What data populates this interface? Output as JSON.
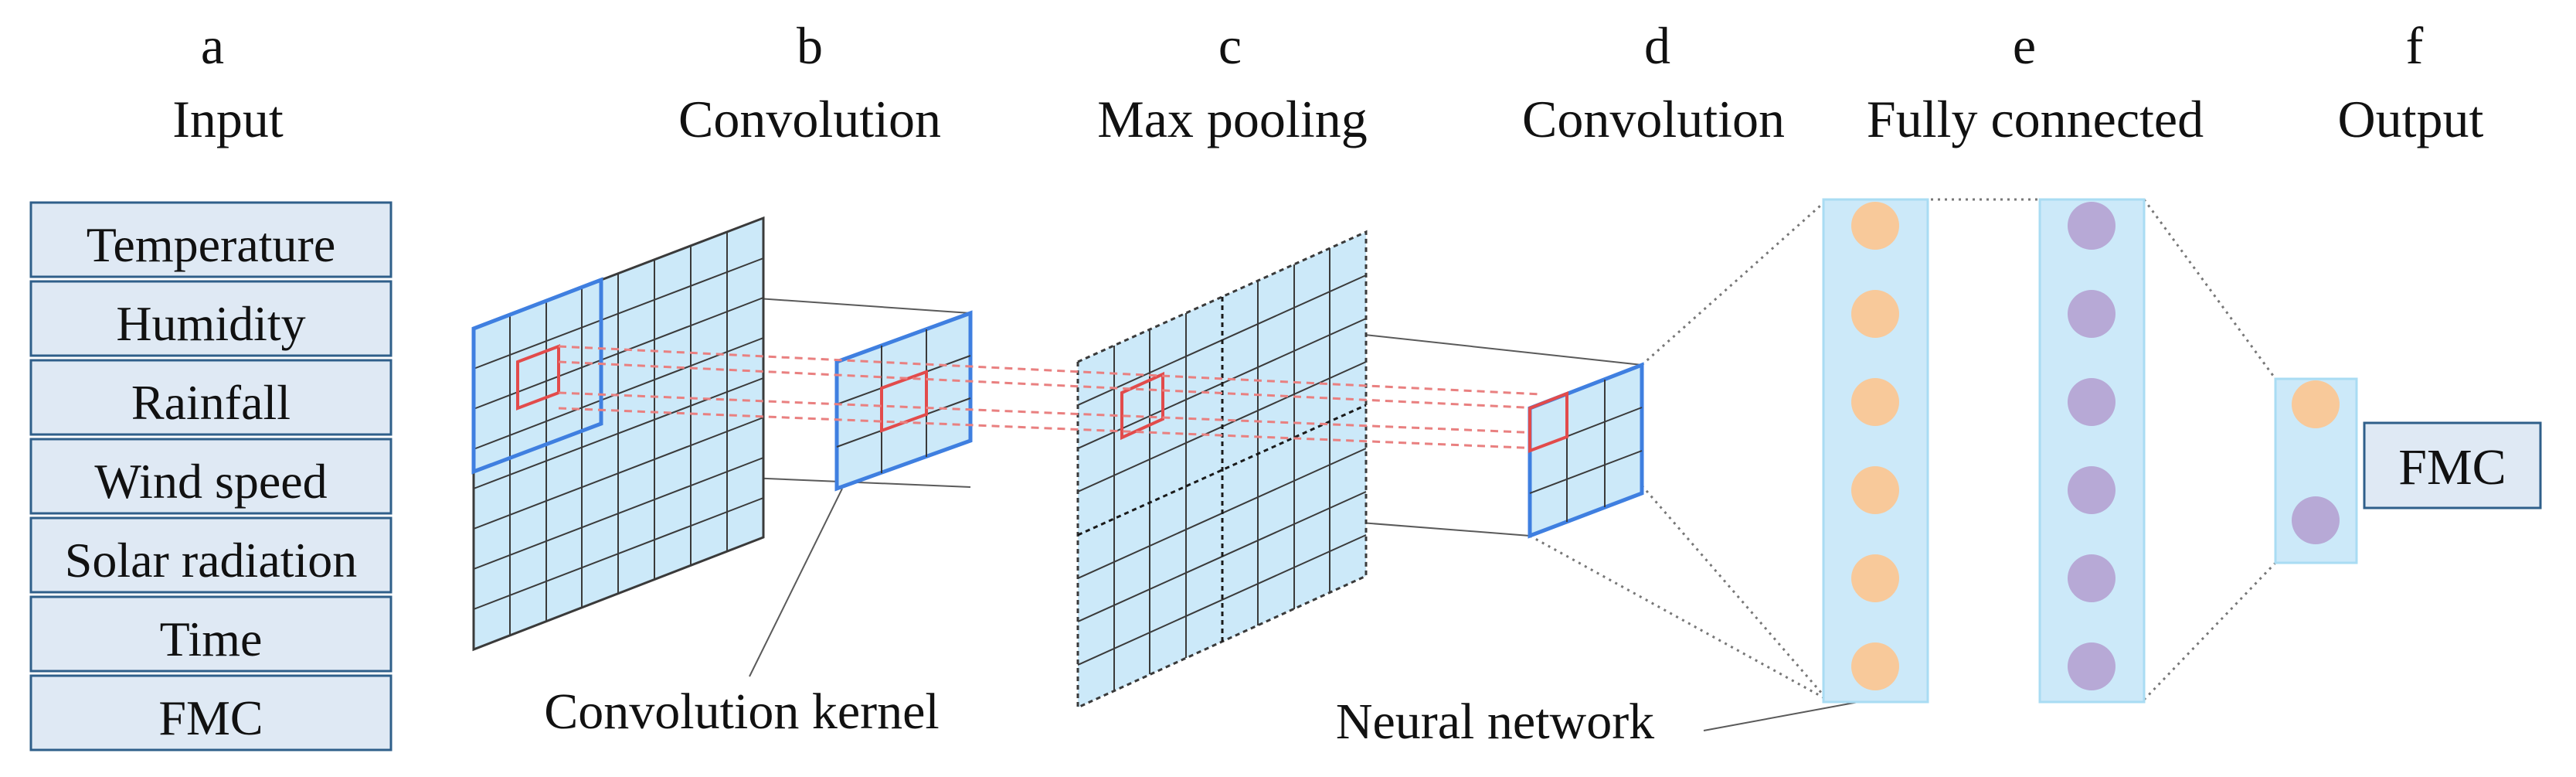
{
  "stages": [
    {
      "letter": "a",
      "title": "Input"
    },
    {
      "letter": "b",
      "title": "Convolution"
    },
    {
      "letter": "c",
      "title": "Max pooling"
    },
    {
      "letter": "d",
      "title": "Convolution"
    },
    {
      "letter": "e",
      "title": "Fully connected"
    },
    {
      "letter": "f",
      "title": "Output"
    }
  ],
  "inputs": [
    "Temperature",
    "Humidity",
    "Rainfall",
    "Wind speed",
    "Solar radiation",
    "Time",
    "FMC"
  ],
  "annotations": {
    "kernel": "Convolution kernel",
    "network": "Neural network"
  },
  "output_box": "FMC",
  "colors": {
    "cell_fill": "#cce9f9",
    "grid_line": "#3a3a3a",
    "kernel_border": "#3f7fe0",
    "highlight": "#e24b4b",
    "node_orange": "#f8c99a",
    "node_purple": "#b7a9d6",
    "input_box_fill": "#dfe9f4",
    "input_box_border": "#2f5f8a"
  }
}
